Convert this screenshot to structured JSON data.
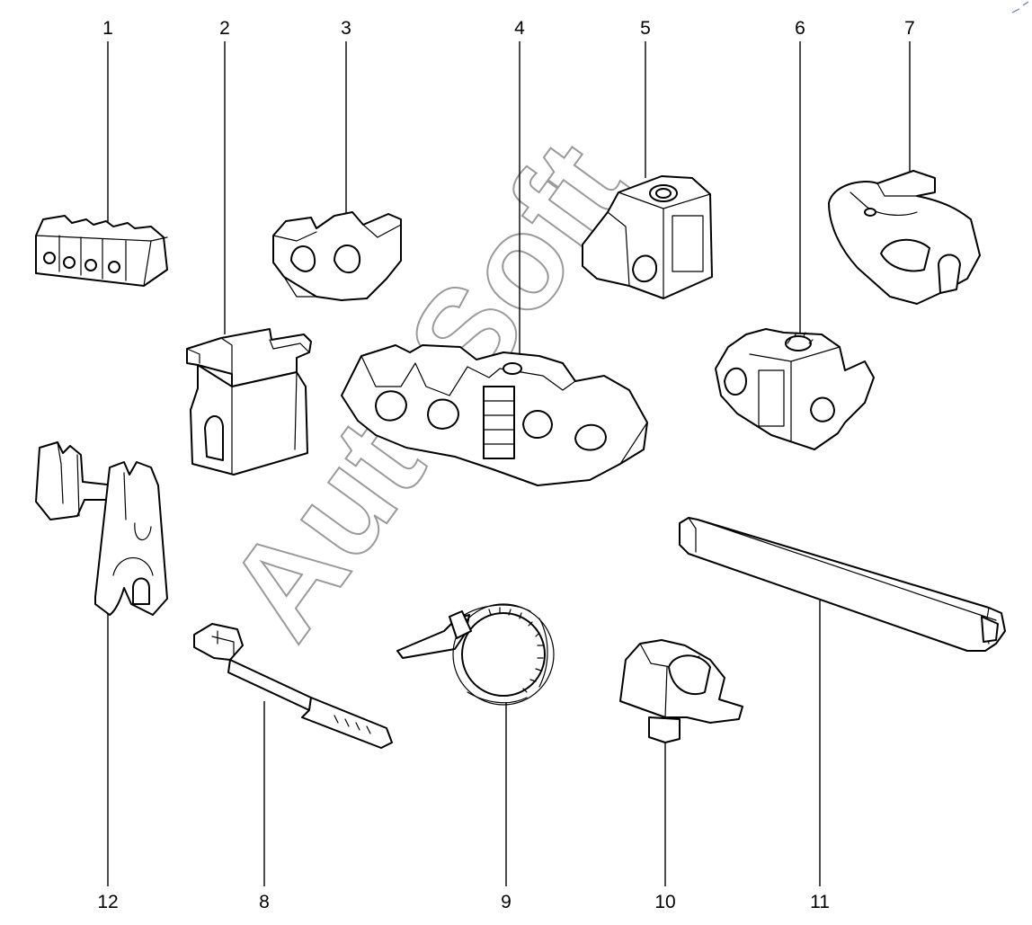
{
  "callouts": {
    "p1": "1",
    "p2": "2",
    "p3": "3",
    "p4": "4",
    "p5": "5",
    "p6": "6",
    "p7": "7",
    "p8": "8",
    "p9": "9",
    "p10": "10",
    "p11": "11",
    "p12": "12"
  },
  "watermark": "AutoSoft"
}
